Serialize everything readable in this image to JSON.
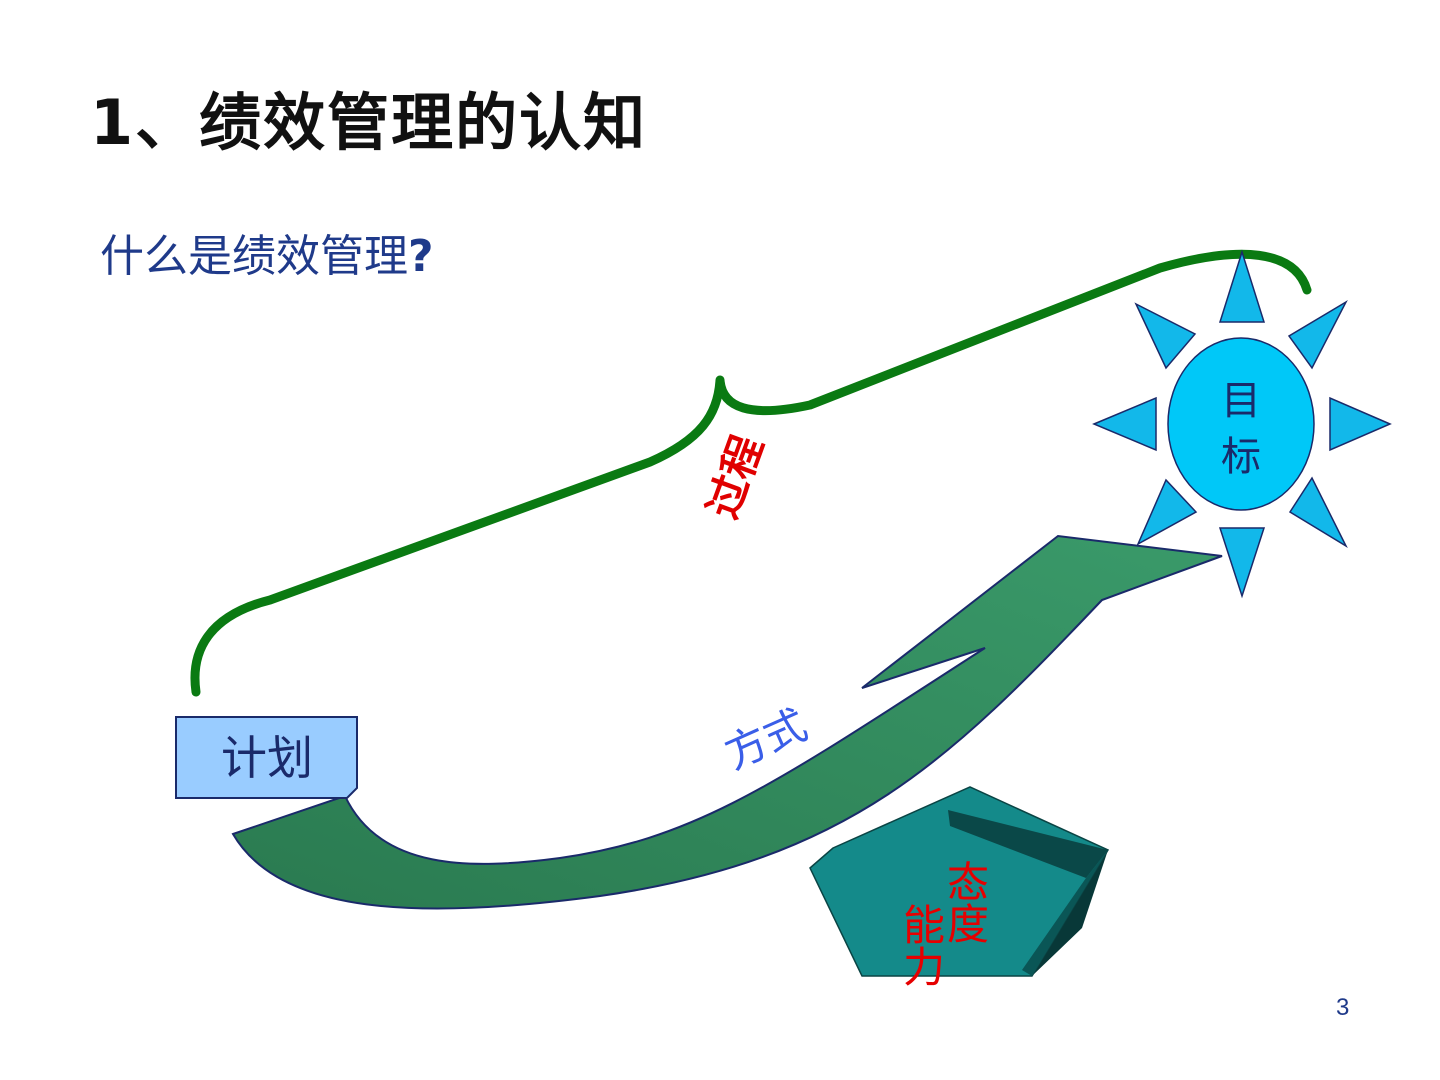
{
  "slide": {
    "title": "1、绩效管理的认知",
    "subtitle": "什么是绩效管理",
    "subtitle_mark": "?",
    "page_number": "3"
  },
  "diagram": {
    "plan": "计划",
    "goal_line1": "目",
    "goal_line2": "标",
    "process": "过程",
    "method": "方式",
    "ability": "能力",
    "attitude": "态度"
  },
  "colors": {
    "brace": "#0a7a12",
    "arrow_dark": "#2a7a50",
    "arrow_light": "#3a9a6a",
    "sun": "#12b8ea",
    "sun_core": "#00c8f8",
    "plan_box": "#99ccff",
    "pentagon": "#148a8a",
    "pentagon_shadow": "#083838",
    "title_text": "#111111",
    "subtitle_text": "#1f3a8a",
    "label_red": "#e00000",
    "label_blue": "#3a5ee8"
  },
  "icons": {
    "goal": "sun-icon",
    "curved_arrow": "curved-arrow-icon",
    "brace": "curly-brace-icon",
    "base": "pentagon-icon"
  }
}
